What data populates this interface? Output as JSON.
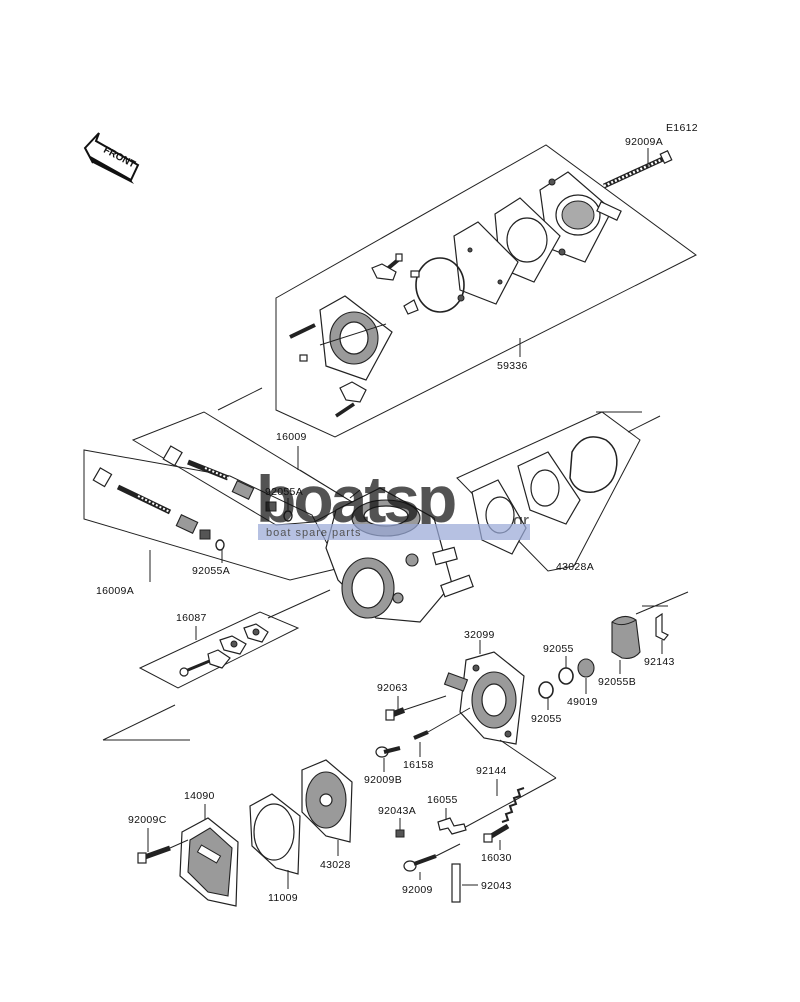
{
  "diagram": {
    "code": "E1612",
    "front_label": "FRONT",
    "parts": [
      "92009A",
      "59336",
      "16009",
      "92055A",
      "16009A",
      "92055A",
      "43028A",
      "16087",
      "32099",
      "92055",
      "92063",
      "92143",
      "92055B",
      "49019",
      "92055",
      "16158",
      "92009B",
      "92144",
      "14090",
      "92043A",
      "16055",
      "92009C",
      "43028",
      "16030",
      "11009",
      "92009",
      "92043"
    ]
  },
  "watermark": {
    "brand": "boatsp",
    "suffix": ".gr",
    "tagline": "boat spare parts",
    "colors": {
      "grey": "#8c8c8c",
      "blue": "#9aaad8"
    }
  }
}
